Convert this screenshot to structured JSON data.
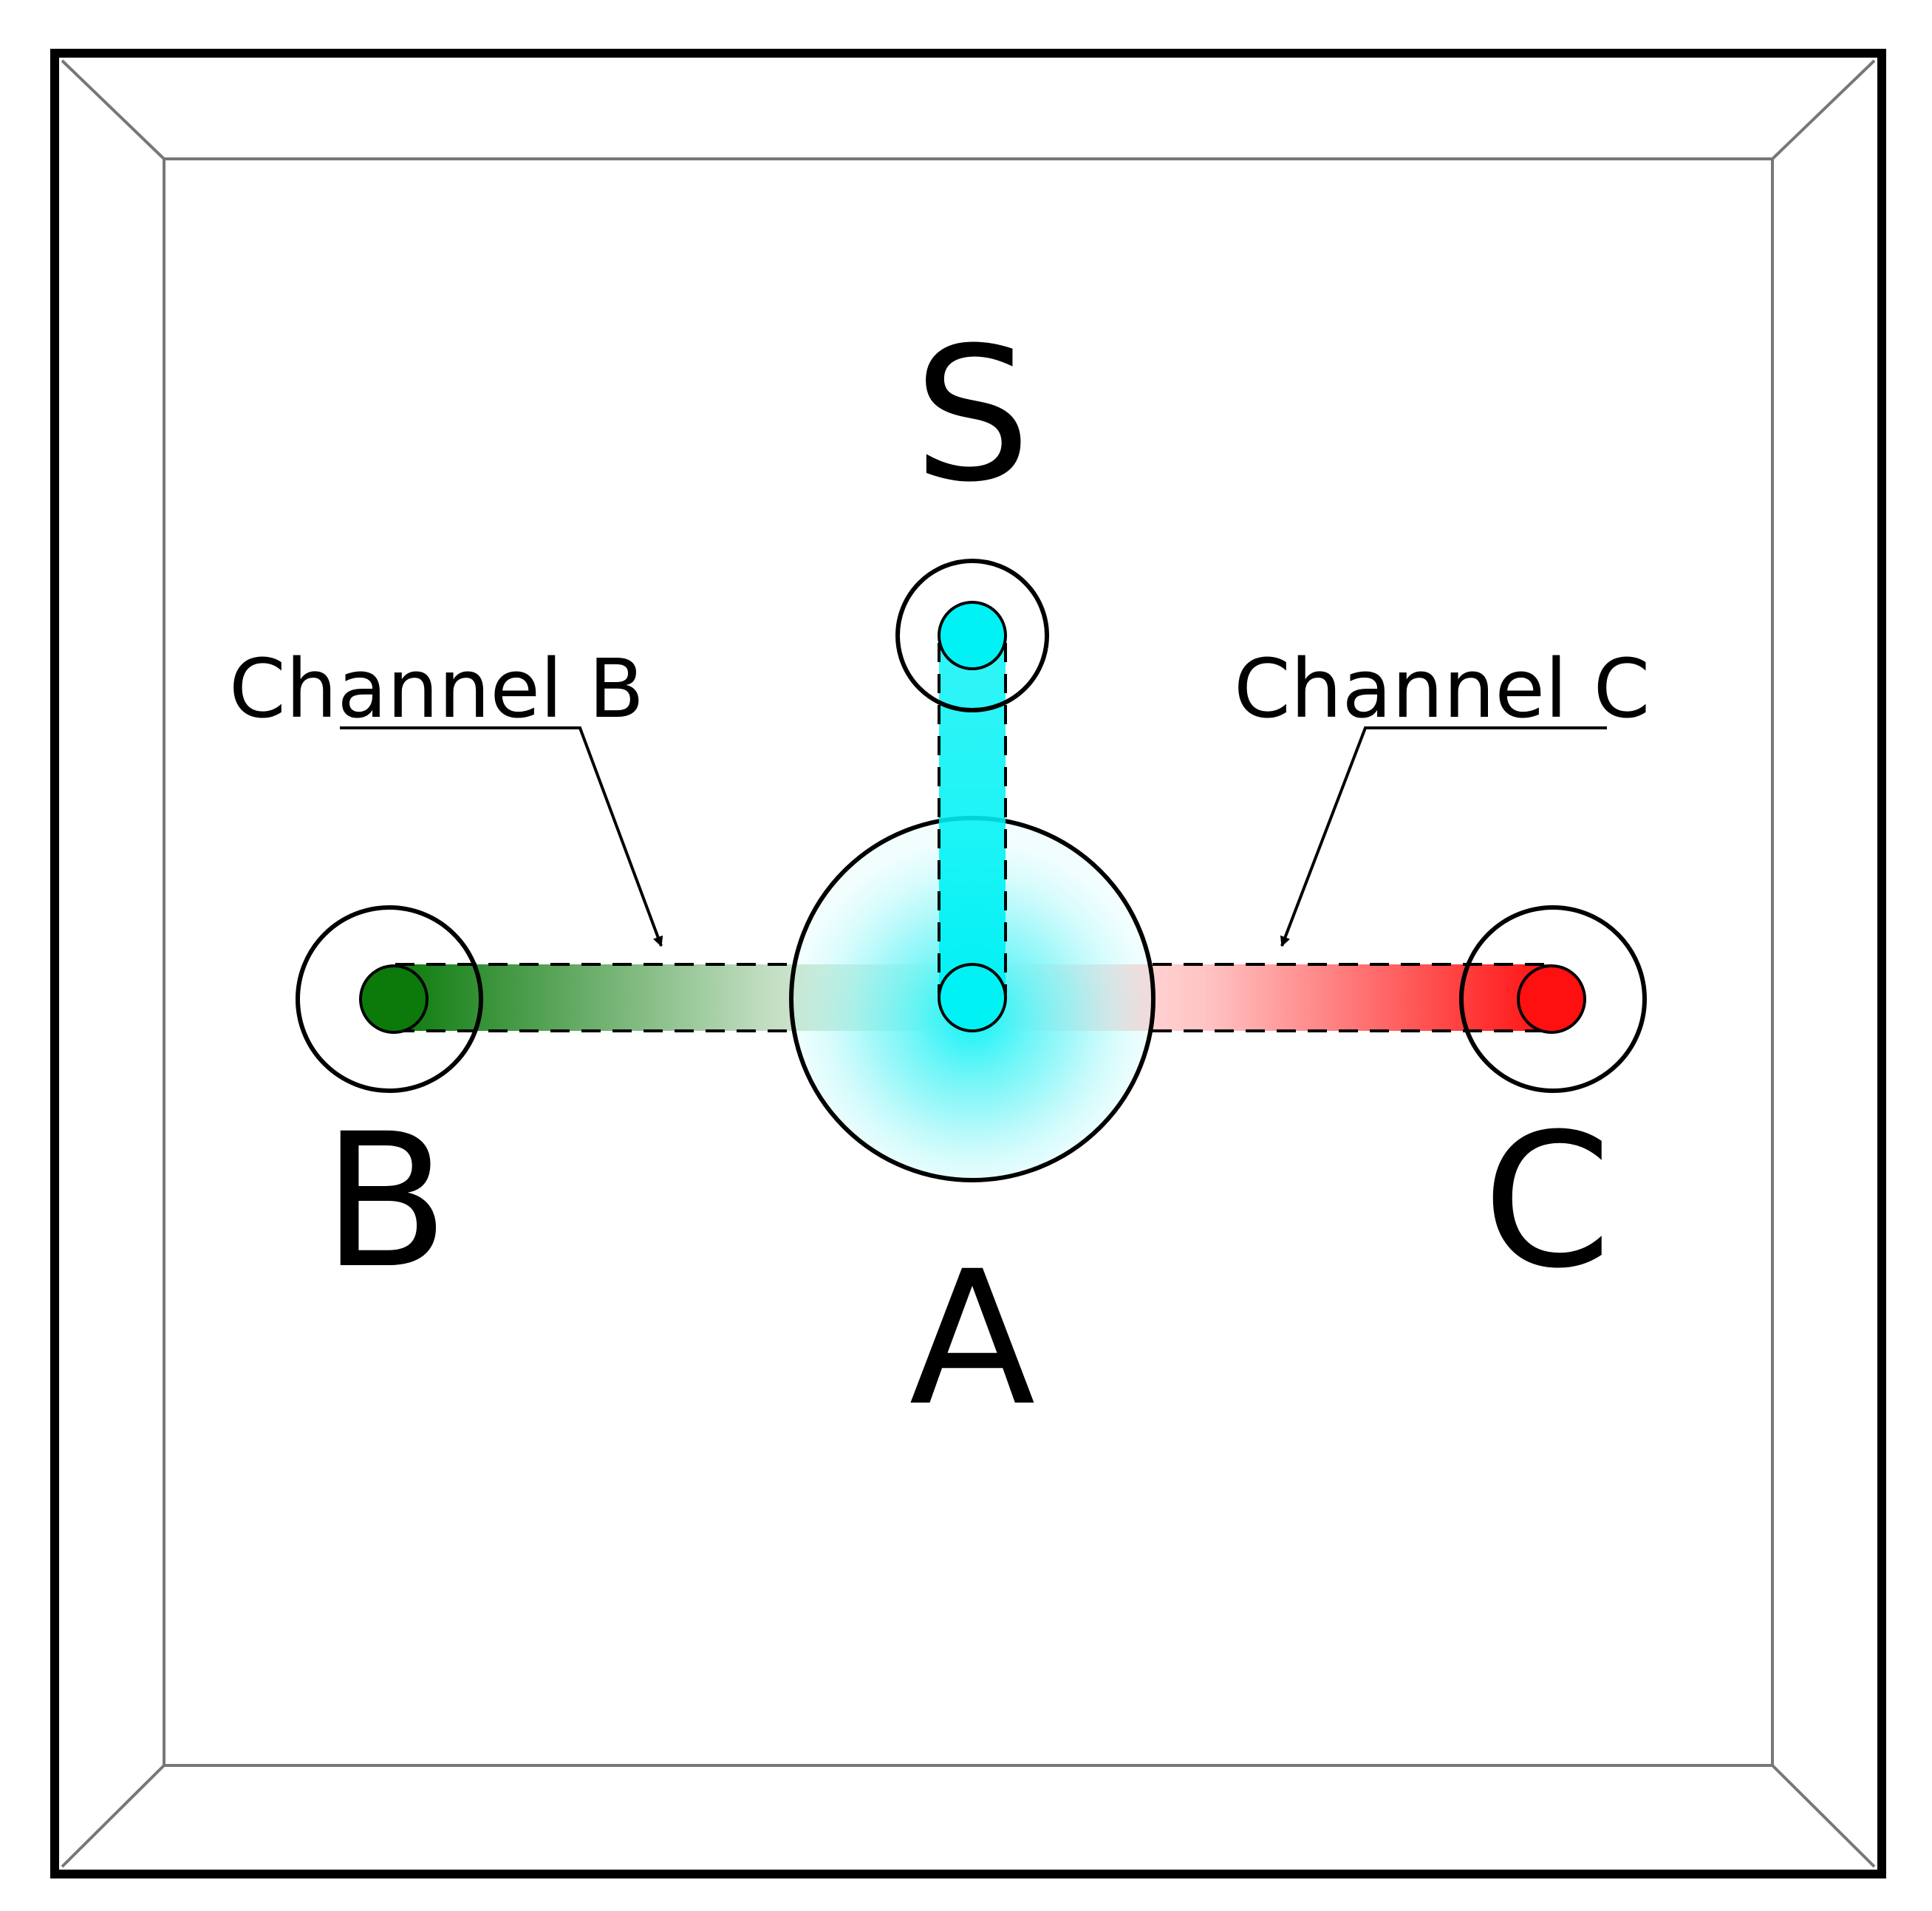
{
  "diagram": {
    "nodes": {
      "s": {
        "label": "S"
      },
      "a": {
        "label": "A"
      },
      "b": {
        "label": "B"
      },
      "c": {
        "label": "C"
      }
    },
    "channels": {
      "b": {
        "label": "Channel B"
      },
      "c": {
        "label": "Channel C"
      }
    }
  },
  "colors": {
    "frame": "#000000",
    "bevel": "#777777",
    "outline": "#000000",
    "source_cyan": "#00f2f5",
    "channel_b_green": "#0b7a0b",
    "channel_c_red": "#ff1010"
  }
}
